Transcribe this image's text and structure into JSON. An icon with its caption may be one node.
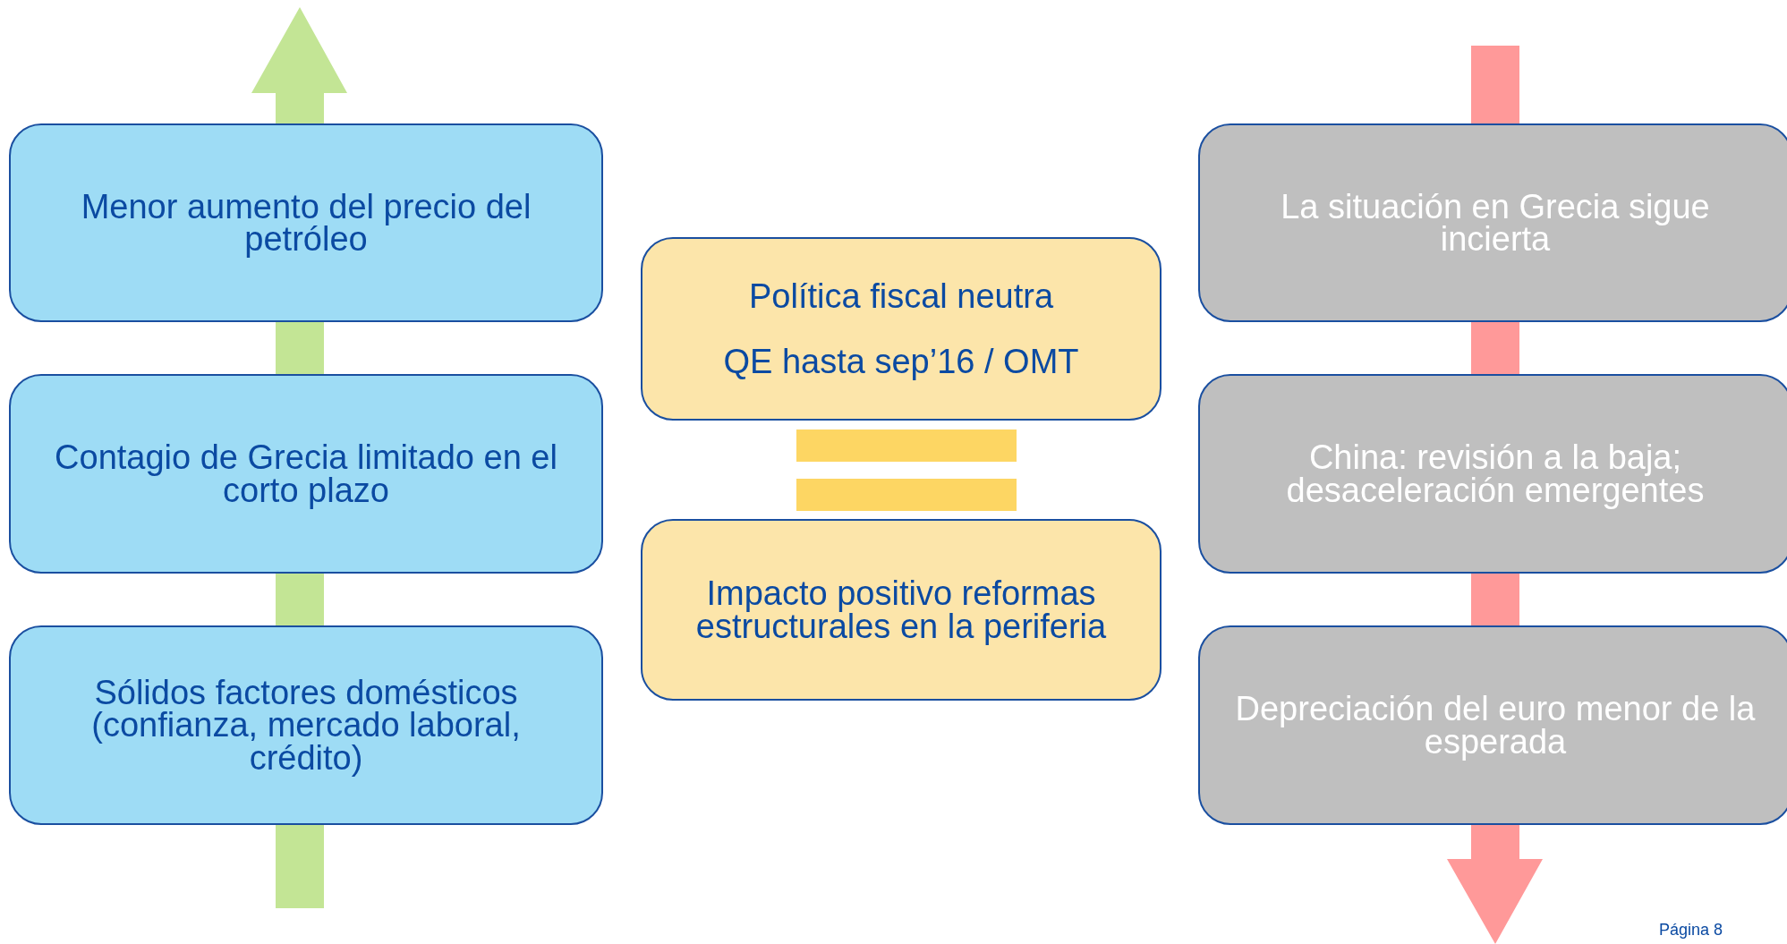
{
  "diagram": {
    "nodes": [
      {
        "text": [
          "Menor aumento del precio del petróleo"
        ]
      },
      {
        "text": [
          "Contagio de Grecia limitado en el corto plazo"
        ]
      },
      {
        "text": [
          "Sólidos factores domésticos (confianza, mercado laboral, crédito)"
        ]
      },
      {
        "text": [
          "Política fiscal neutra",
          "QE hasta sep’16 / OMT"
        ]
      },
      {
        "text": [
          "Impacto positivo reformas estructurales en la periferia"
        ]
      },
      {
        "text": [
          "La situación en Grecia sigue incierta"
        ]
      },
      {
        "text": [
          "China: revisión a la baja; desaceleración emergentes"
        ]
      },
      {
        "text": [
          "Depreciación del euro menor de la esperada"
        ]
      }
    ],
    "labels": [
      "Página 8"
    ]
  }
}
